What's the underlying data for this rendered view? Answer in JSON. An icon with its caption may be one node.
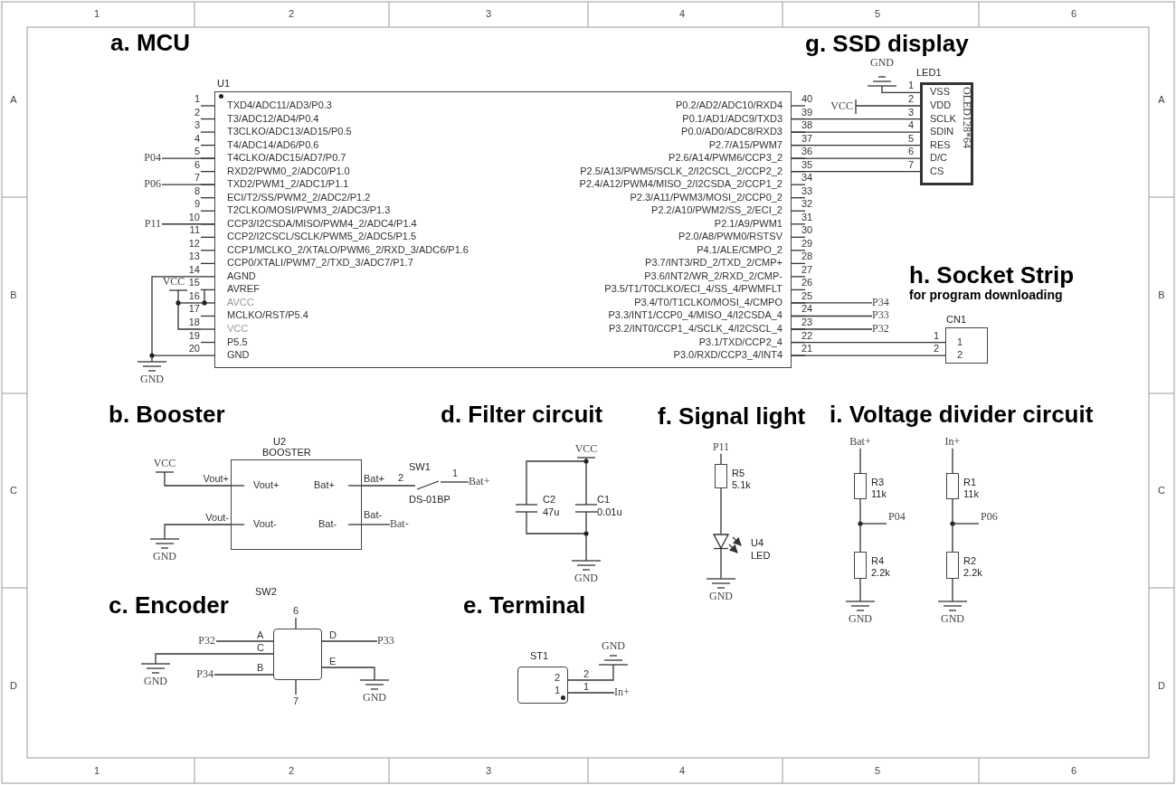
{
  "diagram": {
    "nodes": [
      {
        "text": [
          "U1",
          "TXD4/ADC11/AD3/P0.3",
          "T3/ADC12/AD4/P0.4",
          "T3CLKO/ADC13/AD15/P0.5",
          "T4/ADC14/AD6/P0.6",
          "T4CLKO/ADC15/AD7/P0.7",
          "RXD2/PWM0_2/ADC0/P1.0",
          "TXD2/PWM1_2/ADC1/P1.1",
          "ECI/T2/SS/PWM2_2/ADC2/P1.2",
          "T2CLKO/MOSI/PWM3_2/ADC3/P1.3",
          "CCP3/I2CSDA/MISO/PWM4_2/ADC4/P1.4",
          "CCP2/I2CSCL/SCLK/PWM5_2/ADC5/P1.5",
          "CCP1/MCLKO_2/XTALO/PWM6_2/RXD_3/ADC6/P1.6",
          "CCP0/XTALI/PWM7_2/TXD_3/ADC7/P1.7",
          "AGND",
          "AVREF",
          "AVCC",
          "MCLKO/RST/P5.4",
          "VCC",
          "P5.5",
          "GND",
          "P0.2/AD2/ADC10/RXD4",
          "P0.1/AD1/ADC9/TXD3",
          "P0.0/AD0/ADC8/RXD3",
          "P2.7/A15/PWM7",
          "P2.6/A14/PWM6/CCP3_2",
          "P2.5/A13/PWM5/SCLK_2/I2CSCL_2/CCP2_2",
          "P2.4/A12/PWM4/MISO_2/I2CSDA_2/CCP1_2",
          "P2.3/A11/PWM3/MOSI_2/CCP0_2",
          "P2.2/A10/PWM2/SS_2/ECI_2",
          "P2.1/A9/PWM1",
          "P2.0/A8/PWM0/RSTSV",
          "P4.1/ALE/CMPO_2",
          "P3.7/INT3/RD_2/TXD_2/CMP+",
          "P3.6/INT2/WR_2/RXD_2/CMP-",
          "P3.5/T1/T0CLKO/ECI_4/SS_4/PWMFLT",
          "P3.4/T0/T1CLKO/MOSI_4/CMPO",
          "P3.3/INT1/CCP0_4/MISO_4/I2CSDA_4",
          "P3.2/INT0/CCP1_4/SCLK_4/I2CSCL_4",
          "P3.1/TXD/CCP2_4",
          "P3.0/RXD/CCP3_4/INT4"
        ],
        "beside": [
          "1",
          "2",
          "3",
          "4",
          "5",
          "6",
          "7",
          "8",
          "9",
          "10",
          "11",
          "12",
          "13",
          "14",
          "15",
          "16",
          "17",
          "18",
          "19",
          "20",
          "40",
          "39",
          "38",
          "37",
          "36",
          "35",
          "34",
          "33",
          "32",
          "31",
          "30",
          "29",
          "28",
          "27",
          "26",
          "25",
          "24",
          "23",
          "22",
          "21"
        ]
      },
      {
        "text": [
          "LED1",
          "VSS",
          "VDD",
          "SCLK",
          "SDIN",
          "RES",
          "D/C",
          "CS",
          "OLED128*64"
        ],
        "beside": [
          "1",
          "2",
          "3",
          "4",
          "5",
          "6",
          "7"
        ]
      },
      {
        "text": [
          "CN1",
          "1",
          "2"
        ],
        "beside": [
          "1",
          "2"
        ]
      },
      {
        "text": [
          "U2",
          "BOOSTER",
          "Vout+",
          "Bat+",
          "Vout-",
          "Bat-"
        ],
        "beside": [
          "Vout+",
          "Vout-",
          "Bat+",
          "Bat-"
        ]
      },
      {
        "text": [
          "R5",
          "5.1k"
        ]
      },
      {
        "text": [
          "R3",
          "11k"
        ]
      },
      {
        "text": [
          "R1",
          "11k"
        ]
      },
      {
        "text": [
          "R4",
          "2.2k"
        ]
      },
      {
        "text": [
          "R2",
          "2.2k"
        ]
      },
      {
        "text": [
          "SW2",
          "6",
          "A",
          "D",
          "C",
          "B",
          "E",
          "7"
        ]
      },
      {
        "text": [
          "ST1",
          "2",
          "1"
        ],
        "beside": [
          "2",
          "1"
        ]
      },
      {
        "text": [
          "U4",
          "LED"
        ]
      },
      {
        "text": [
          "SW1",
          "2",
          "1",
          "DS-01BP"
        ]
      },
      {
        "text": [
          "Bat+"
        ]
      },
      {
        "text": [
          "P34"
        ]
      },
      {
        "text": [
          "P33"
        ]
      },
      {
        "text": [
          "P32"
        ]
      },
      {
        "text": [
          "P32"
        ]
      },
      {
        "text": [
          "P34"
        ]
      },
      {
        "text": [
          "P33"
        ]
      },
      {
        "text": [
          "In+"
        ]
      },
      {
        "text": [
          "P04"
        ]
      },
      {
        "text": [
          "P06"
        ]
      },
      {
        "text": [
          "P11"
        ]
      },
      {
        "text": [
          "Bat-"
        ]
      },
      {
        "text": [
          "P11"
        ]
      },
      {
        "text": [
          "Bat+"
        ]
      },
      {
        "text": [
          "In+"
        ]
      }
    ],
    "edges": [
      {
        "from": 0,
        "to": 1,
        "arrow": "none"
      },
      {
        "from": 0,
        "to": 1,
        "arrow": "none"
      },
      {
        "from": 0,
        "to": 1,
        "arrow": "none"
      },
      {
        "from": 0,
        "to": 1,
        "arrow": "none"
      },
      {
        "from": 0,
        "to": 1,
        "arrow": "none"
      },
      {
        "from": 0,
        "to": 2,
        "arrow": "none"
      },
      {
        "from": 0,
        "to": 2,
        "arrow": "none"
      },
      {
        "from": 5,
        "to": 7,
        "arrow": "none"
      },
      {
        "from": 6,
        "to": 8,
        "arrow": "none"
      },
      {
        "from": 4,
        "to": 11,
        "arrow": "none"
      },
      {
        "from": 3,
        "to": 12,
        "arrow": "none"
      },
      {
        "from": 12,
        "to": 13,
        "arrow": "none"
      },
      {
        "from": 0,
        "to": 14,
        "arrow": "none"
      },
      {
        "from": 0,
        "to": 15,
        "arrow": "none"
      },
      {
        "from": 0,
        "to": 16,
        "arrow": "none"
      },
      {
        "from": 9,
        "to": 17,
        "arrow": "none"
      },
      {
        "from": 9,
        "to": 18,
        "arrow": "none"
      },
      {
        "from": 9,
        "to": 19,
        "arrow": "none"
      },
      {
        "from": 10,
        "to": 20,
        "arrow": "none"
      },
      {
        "from": 0,
        "to": 21,
        "arrow": "none"
      },
      {
        "from": 0,
        "to": 22,
        "arrow": "none"
      },
      {
        "from": 0,
        "to": 23,
        "arrow": "none"
      },
      {
        "from": 3,
        "to": 24,
        "arrow": "none"
      },
      {
        "from": 25,
        "to": 4,
        "arrow": "none"
      },
      {
        "from": 26,
        "to": 5,
        "arrow": "none"
      },
      {
        "from": 27,
        "to": 6,
        "arrow": "none"
      }
    ],
    "labels": [
      "1",
      "2",
      "3",
      "4",
      "5",
      "6",
      "a. MCU",
      "g. SSD display",
      "GND",
      "VCC",
      "VCC",
      "GND",
      "h. Socket Strip",
      "for program downloading",
      "b. Booster",
      "d. Filter circuit",
      "f. Signal light",
      "i. Voltage divider circuit",
      "VCC",
      "GND",
      "VCC",
      "C2",
      "47u",
      "C1",
      "0.01u",
      "GND",
      "GND",
      "P04",
      "P06",
      "GND",
      "GND",
      "c. Encoder",
      "GND",
      "GND",
      "e. Terminal",
      "GND",
      "1",
      "2",
      "3",
      "4",
      "5",
      "6",
      "A",
      "B",
      "C",
      "D",
      "A",
      "B",
      "C",
      "D"
    ]
  }
}
